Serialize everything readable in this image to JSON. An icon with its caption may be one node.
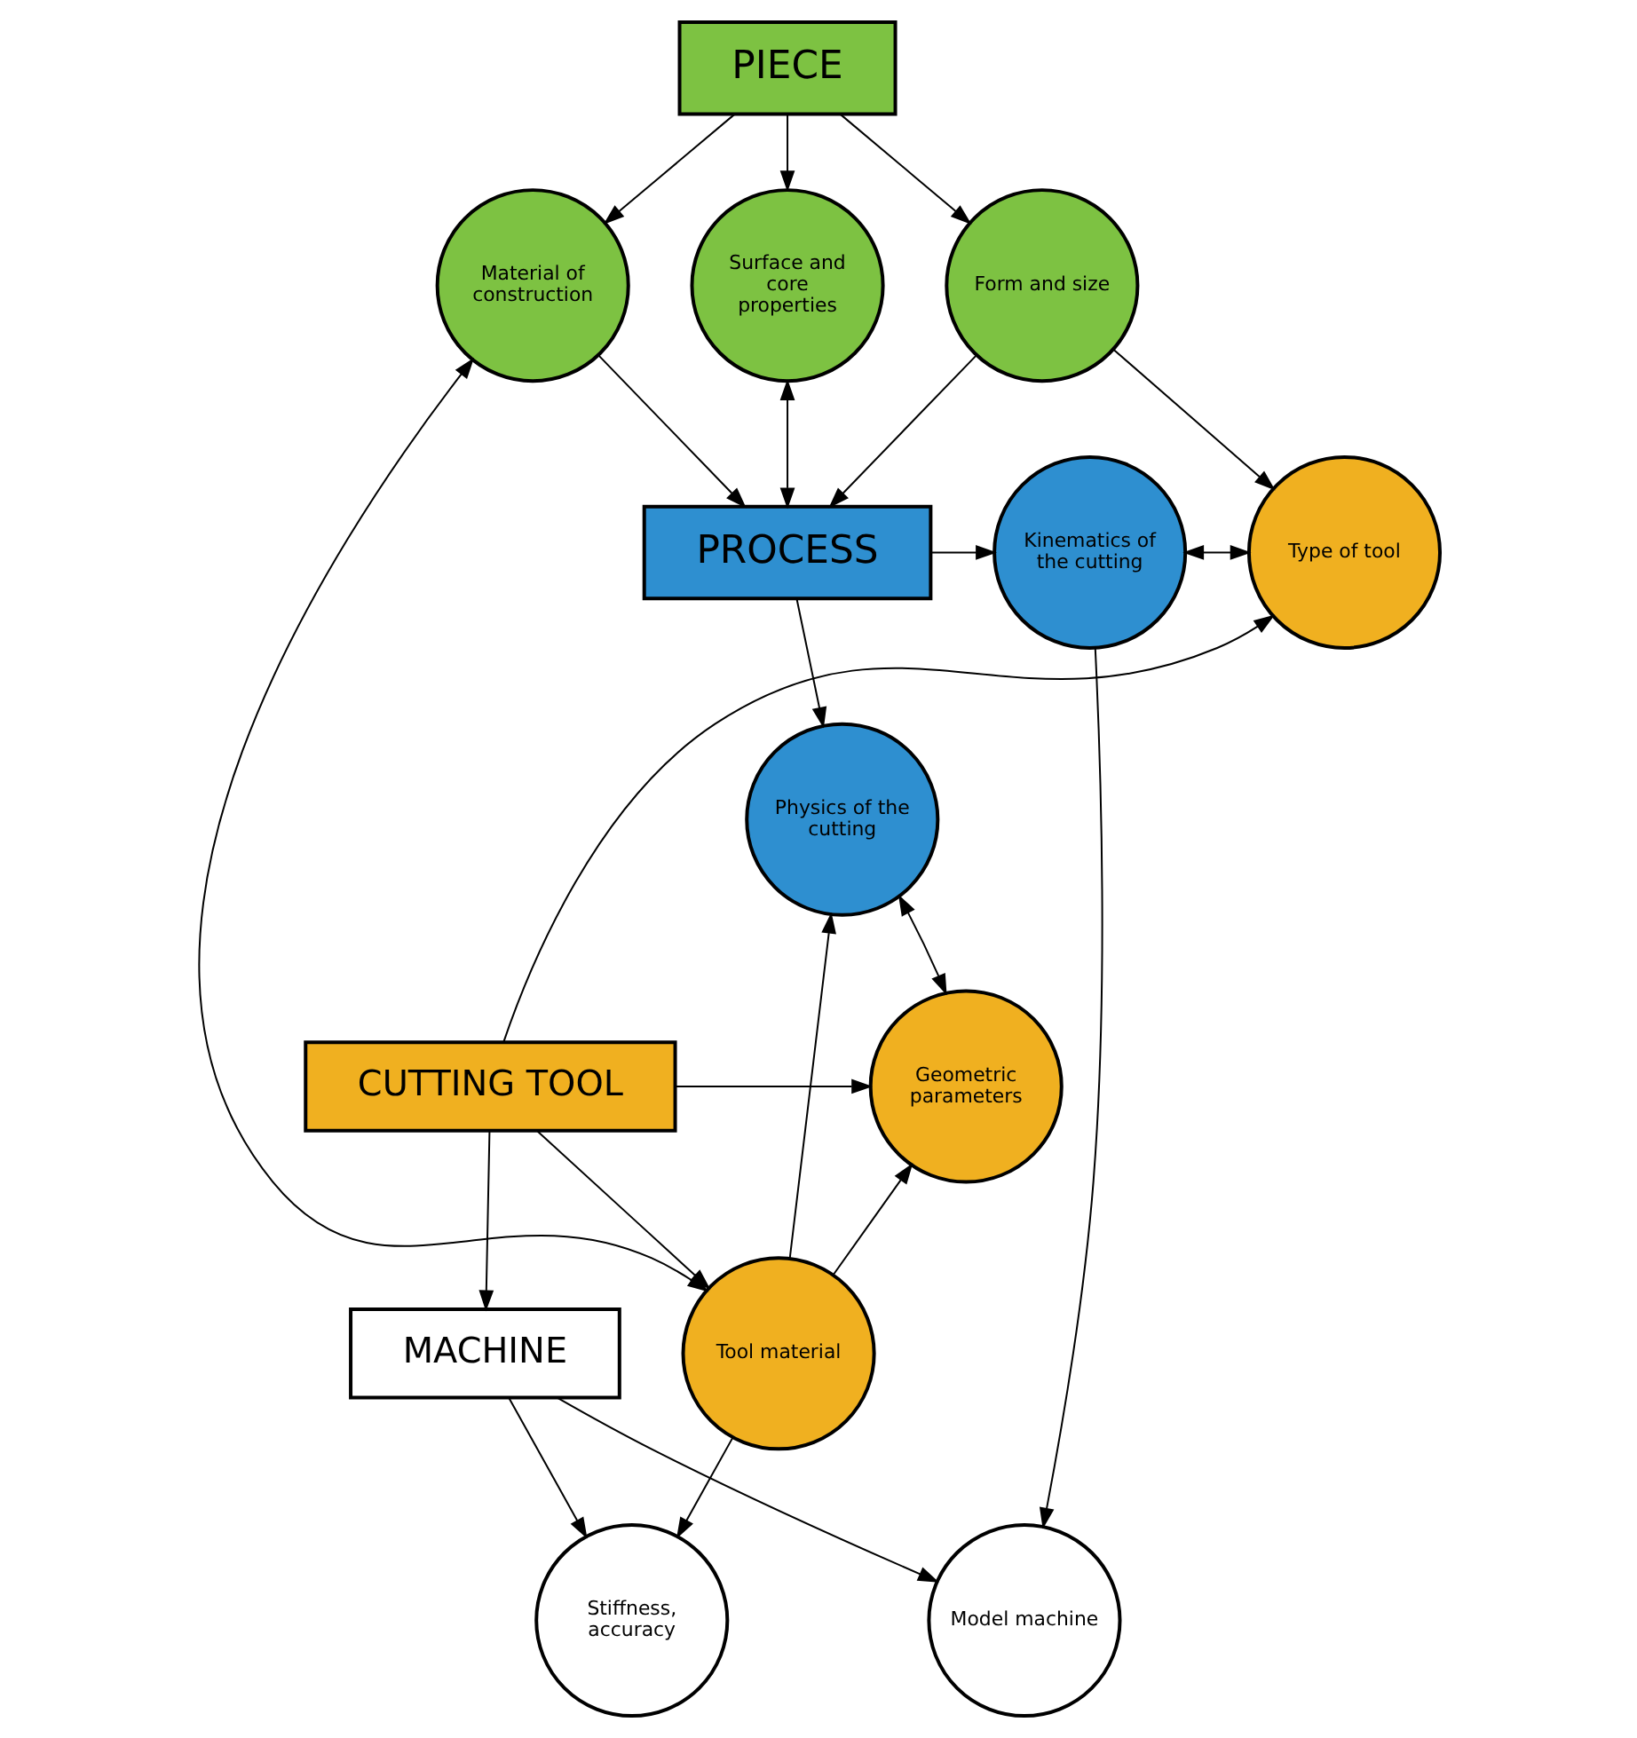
{
  "diagram": {
    "nodes": [
      {
        "text": [
          "PIECE"
        ]
      },
      {
        "text": [
          "Surface and core properties"
        ]
      },
      {
        "text": [
          "Material of construction"
        ]
      },
      {
        "text": [
          "Form and size"
        ]
      },
      {
        "text": [
          "PROCESS"
        ]
      },
      {
        "text": [
          "Kinematics of the cutting"
        ]
      },
      {
        "text": [
          "Type of tool"
        ]
      },
      {
        "text": [
          "Tool material"
        ]
      },
      {
        "text": [
          "Physics of the cutting"
        ]
      },
      {
        "text": [
          "Geometric parameters"
        ]
      },
      {
        "text": [
          "CUTTING TOOL"
        ]
      },
      {
        "text": [
          "Model machine"
        ]
      },
      {
        "text": [
          "Stiffness, accuracy"
        ]
      },
      {
        "text": [
          "MACHINE"
        ]
      }
    ],
    "edges": [
      {
        "from": 0,
        "to": 1,
        "arrow": "to"
      },
      {
        "from": 0,
        "to": 2,
        "arrow": "to"
      },
      {
        "from": 0,
        "to": 3,
        "arrow": "to"
      },
      {
        "from": 1,
        "to": 4,
        "arrow": "both"
      },
      {
        "from": 2,
        "to": 4,
        "arrow": "to"
      },
      {
        "from": 3,
        "to": 4,
        "arrow": "to"
      },
      {
        "from": 3,
        "to": 6,
        "arrow": "to"
      },
      {
        "from": 4,
        "to": 5,
        "arrow": "to"
      },
      {
        "from": 4,
        "to": 8,
        "arrow": "to"
      },
      {
        "from": 5,
        "to": 6,
        "arrow": "both"
      },
      {
        "from": 2,
        "to": 7,
        "arrow": "both"
      },
      {
        "from": 5,
        "to": 11,
        "arrow": "to"
      },
      {
        "from": 7,
        "to": 8,
        "arrow": "to"
      },
      {
        "from": 7,
        "to": 9,
        "arrow": "to"
      },
      {
        "from": 7,
        "to": 12,
        "arrow": "to"
      },
      {
        "from": 8,
        "to": 9,
        "arrow": "both"
      },
      {
        "from": 10,
        "to": 7,
        "arrow": "to"
      },
      {
        "from": 10,
        "to": 9,
        "arrow": "to"
      },
      {
        "from": 10,
        "to": 6,
        "arrow": "to"
      },
      {
        "from": 10,
        "to": 13,
        "arrow": "to"
      },
      {
        "from": 13,
        "to": 11,
        "arrow": "to"
      },
      {
        "from": 13,
        "to": 12,
        "arrow": "to"
      }
    ]
  }
}
